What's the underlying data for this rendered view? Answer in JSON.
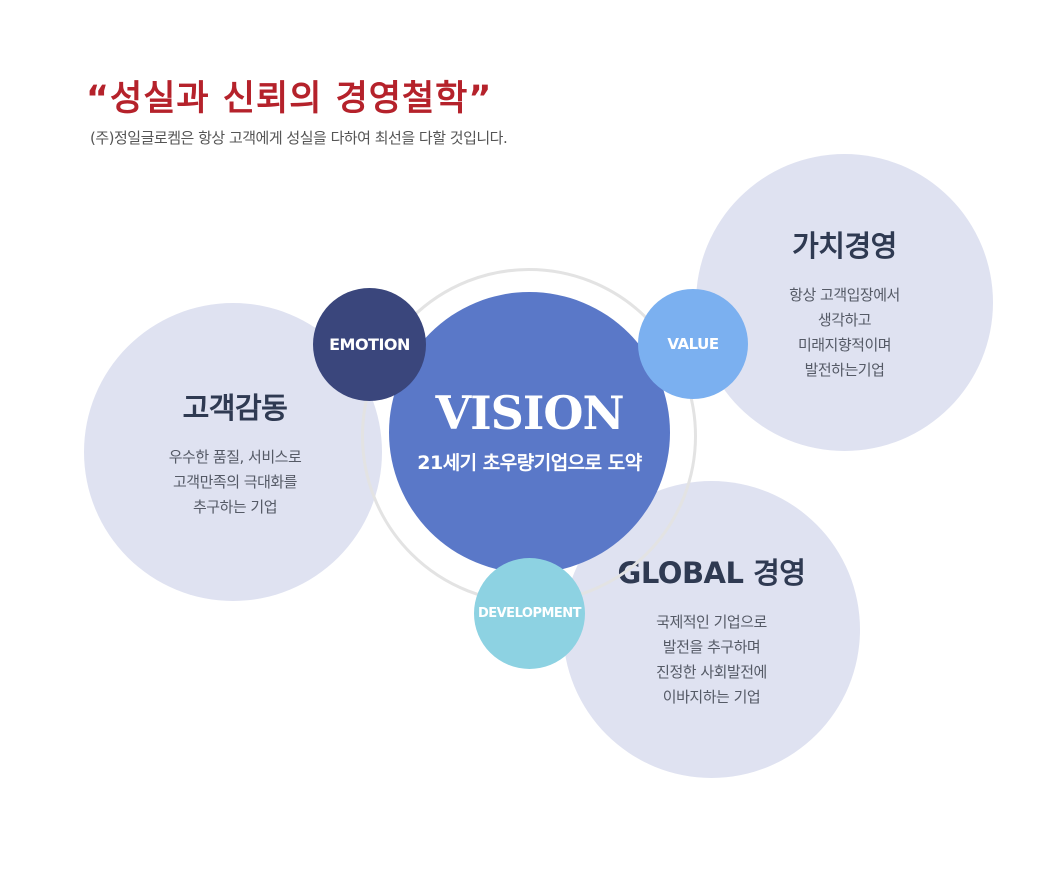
{
  "header": {
    "title": "“성실과 신뢰의 경영철학”",
    "subtitle": "(주)정일글로켐은 항상 고객에게 성실을 다하여 최선을 다할 것입니다."
  },
  "center": {
    "title": "VISION",
    "subtitle": "21세기 초우량기업으로 도약"
  },
  "badges": {
    "emotion": "EMOTION",
    "value": "VALUE",
    "development": "DEVELOPMENT"
  },
  "pillars": {
    "customer": {
      "title": "고객감동",
      "lines": [
        "우수한 품질, 서비스로",
        "고객만족의 극대화를",
        "추구하는 기업"
      ]
    },
    "value": {
      "title": "가치경영",
      "lines": [
        "항상 고객입장에서",
        "생각하고",
        "미래지향적이며",
        "발전하는기업"
      ]
    },
    "global": {
      "title": "GLOBAL 경영",
      "lines": [
        "국제적인 기업으로",
        "발전을 추구하며",
        "진정한 사회발전에",
        "이바지하는 기업"
      ]
    }
  },
  "colors": {
    "title": "#b5222b",
    "vision": "#5a78c8",
    "emotion": "#3a467c",
    "value": "#7bb0f0",
    "development": "#8dd2e2",
    "pale": "#dfe2f1"
  }
}
